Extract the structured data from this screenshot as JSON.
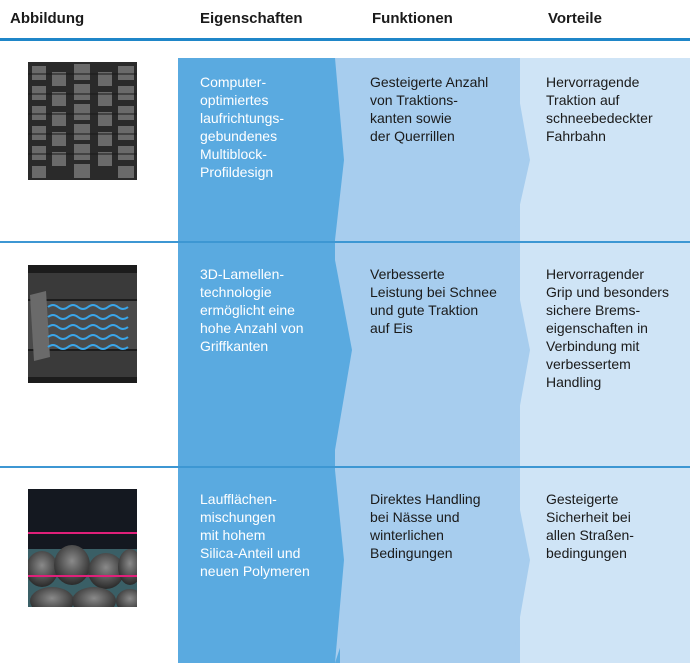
{
  "headers": {
    "abbildung": "Abbildung",
    "eigenschaften": "Eigenschaften",
    "funktionen": "Funktionen",
    "vorteile": "Vorteile"
  },
  "rows": [
    {
      "eigenschaften": "Computer-\noptimiertes\nlaufrichtungs-\ngebundenes\nMultiblock-\nProfildesign",
      "funktionen": "Gesteigerte Anzahl\nvon Traktions-\nkanten sowie\nder Querrillen",
      "vorteile": "Hervorragende\nTraktion auf\nschneebedeckter\nFahrbahn"
    },
    {
      "eigenschaften": "3D-Lamellen-\ntechnologie\nermöglicht eine\nhohe Anzahl von\nGriffkanten",
      "funktionen": "Verbesserte\nLeistung bei Schnee\nund gute Traktion\nauf Eis",
      "vorteile": "Hervorragender\nGrip und besonders\nsichere Brems-\neigenschaften in\nVerbindung mit\nverbessertem\nHandling"
    },
    {
      "eigenschaften": "Laufflächen-\nmischungen\nmit hohem\nSilica-Anteil und\nneuen Polymeren",
      "funktionen": "Direktes Handling\nbei Nässe und\nwinterlichen\nBedingungen",
      "vorteile": "Gesteigerte\nSicherheit bei\nallen Straßen-\nbedingungen"
    }
  ],
  "colors": {
    "eigenschaften_bg": "#5aaae0",
    "funktionen_bg": "#a7cdee",
    "vorteile_bg": "#cfe4f6",
    "rule": "#3d97d3",
    "header_rule": "#1f86c8"
  },
  "images": [
    "tread-pattern-image",
    "sipe-technology-image",
    "silica-compound-image"
  ]
}
